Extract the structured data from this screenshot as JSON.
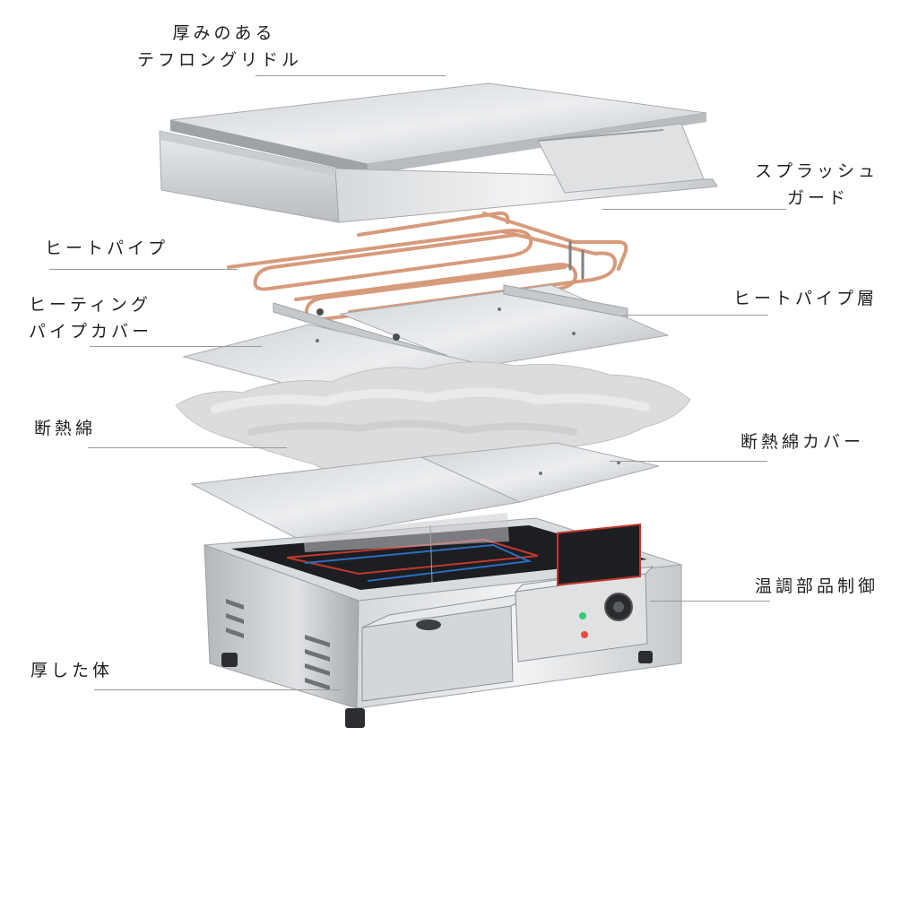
{
  "labels": {
    "griddle": [
      "厚みのある",
      "テフロングリドル"
    ],
    "splash_guard": [
      "スプラッシュ",
      "ガード"
    ],
    "heat_pipe": [
      "ヒートパイプ"
    ],
    "heating_cover": [
      "ヒーティング",
      "パイプカバー"
    ],
    "heat_pipe_layer": [
      "ヒートパイプ層"
    ],
    "insulation": [
      "断熱綿"
    ],
    "insulation_cover": [
      "断熱綿カバー"
    ],
    "thermostat": [
      "温調部品制御"
    ],
    "body": [
      "厚した体"
    ]
  },
  "colors": {
    "steel_light": "#e4e6e8",
    "steel_mid": "#c4c7ca",
    "steel_dark": "#9da1a5",
    "copper": "#d79a78",
    "insulation": "#dcdcdc",
    "panel_red": "#c0392b",
    "well_dark": "#1c1e22"
  }
}
